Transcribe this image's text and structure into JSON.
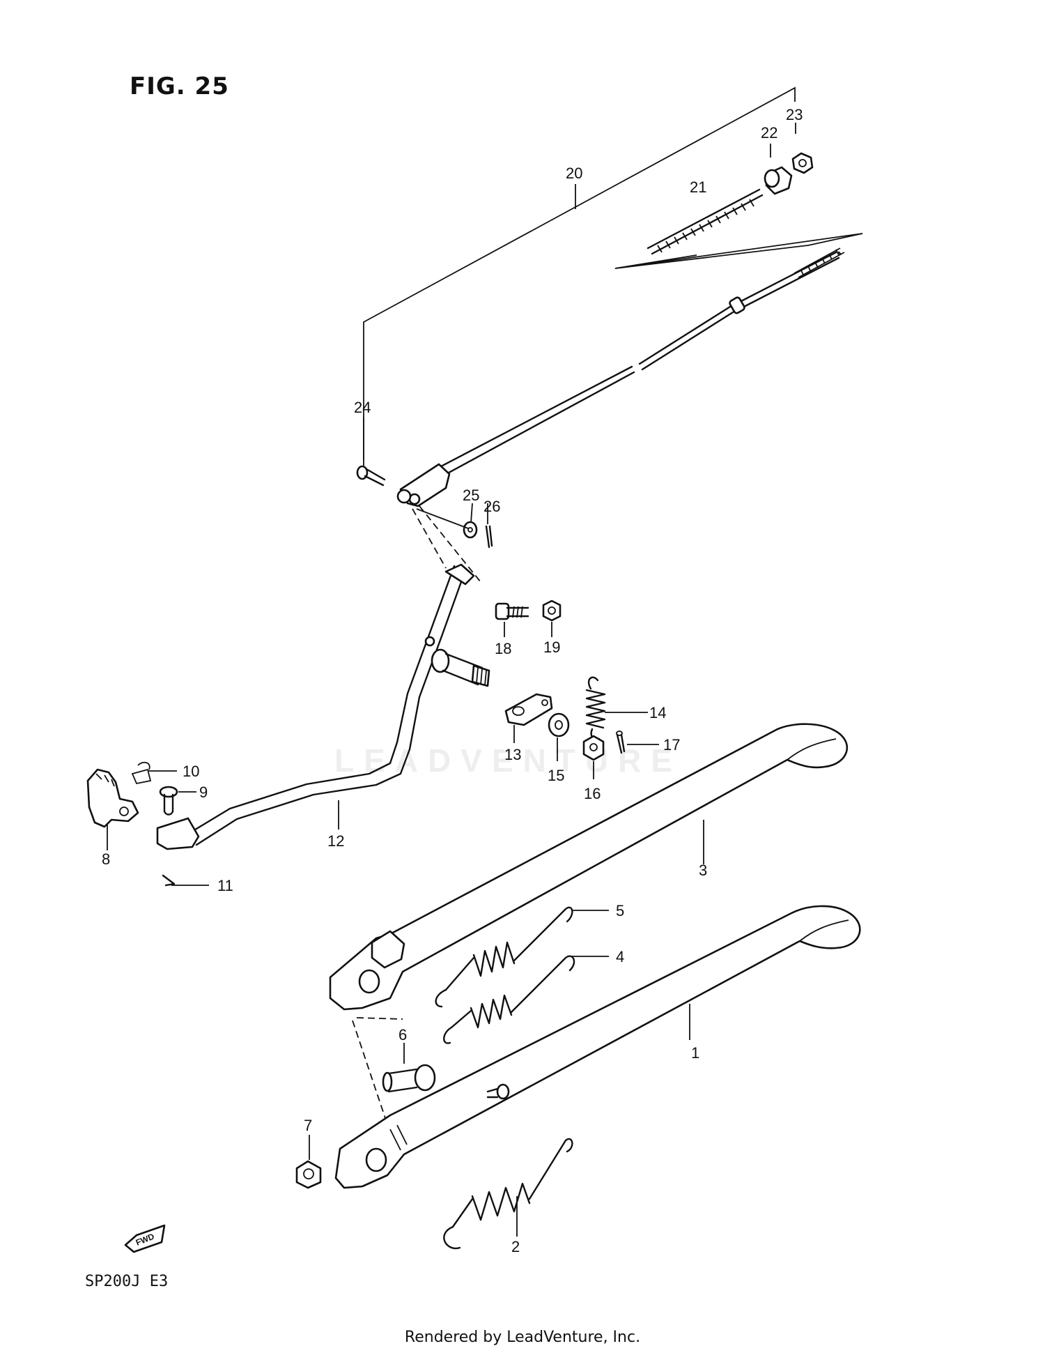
{
  "figure": {
    "title": "FIG. 25"
  },
  "model_code": "SP200J  E3",
  "footer_text": "Rendered by LeadVenture, Inc.",
  "watermark": "LEADVENTURE",
  "fwd_label": "FWD",
  "callouts": {
    "c1": "1",
    "c2": "2",
    "c3": "3",
    "c4": "4",
    "c5": "5",
    "c6": "6",
    "c7": "7",
    "c8": "8",
    "c9": "9",
    "c10": "10",
    "c11": "11",
    "c12": "12",
    "c13": "13",
    "c14": "14",
    "c15": "15",
    "c16": "16",
    "c17": "17",
    "c18": "18",
    "c19": "19",
    "c20": "20",
    "c21": "21",
    "c22": "22",
    "c23": "23",
    "c24": "24",
    "c25": "25",
    "c26": "26"
  }
}
